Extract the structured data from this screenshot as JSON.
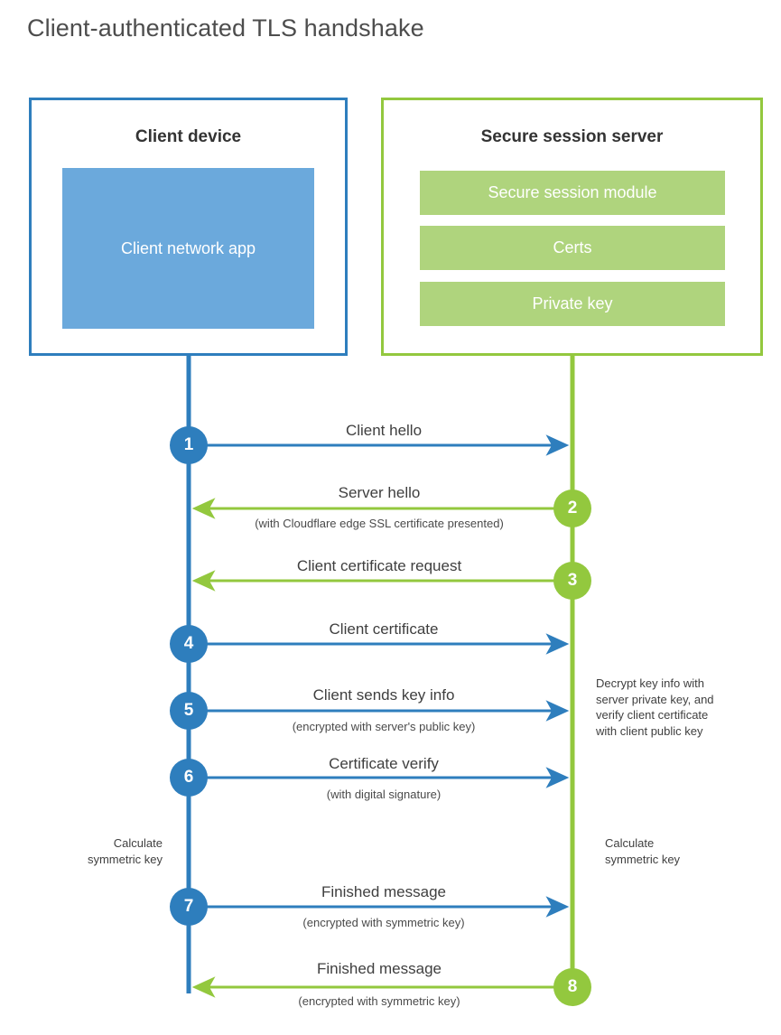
{
  "title": "Client-authenticated TLS handshake",
  "colors": {
    "client_blue": "#2E7EBD",
    "client_app_fill": "#6BA9DC",
    "server_green": "#93C83E",
    "server_block_fill": "#AFD47D",
    "text": "#3f3f3f",
    "background": "#ffffff"
  },
  "actors": {
    "client": {
      "title": "Client device",
      "components": [
        {
          "label": "Client network app"
        }
      ]
    },
    "server": {
      "title": "Secure session server",
      "components": [
        {
          "label": "Secure session module"
        },
        {
          "label": "Certs"
        },
        {
          "label": "Private key"
        }
      ]
    }
  },
  "steps": [
    {
      "number": "1",
      "direction": "client-to-server",
      "label": "Client hello",
      "sublabel": ""
    },
    {
      "number": "2",
      "direction": "server-to-client",
      "label": "Server hello",
      "sublabel": "(with Cloudflare edge SSL certificate presented)"
    },
    {
      "number": "3",
      "direction": "server-to-client",
      "label": "Client certificate request",
      "sublabel": ""
    },
    {
      "number": "4",
      "direction": "client-to-server",
      "label": "Client certificate",
      "sublabel": ""
    },
    {
      "number": "5",
      "direction": "client-to-server",
      "label": "Client sends key info",
      "sublabel": "(encrypted with server's public key)"
    },
    {
      "number": "6",
      "direction": "client-to-server",
      "label": "Certificate verify",
      "sublabel": "(with digital signature)"
    },
    {
      "number": "7",
      "direction": "client-to-server",
      "label": "Finished message",
      "sublabel": "(encrypted with symmetric key)"
    },
    {
      "number": "8",
      "direction": "server-to-client",
      "label": "Finished message",
      "sublabel": "(encrypted with symmetric key)"
    }
  ],
  "notes": {
    "server_decrypt": "Decrypt key info with\nserver private key, and\nverify client certificate\nwith client public key",
    "server_decrypt_lines": [
      "Decrypt key info with",
      "server private key, and",
      "verify client certificate",
      "with client public key"
    ],
    "client_calculate": "Calculate\nsymmetric key",
    "client_calculate_lines": [
      "Calculate",
      "symmetric key"
    ],
    "server_calculate": "Calculate\nsymmetric key",
    "server_calculate_lines": [
      "Calculate",
      "symmetric key"
    ]
  }
}
